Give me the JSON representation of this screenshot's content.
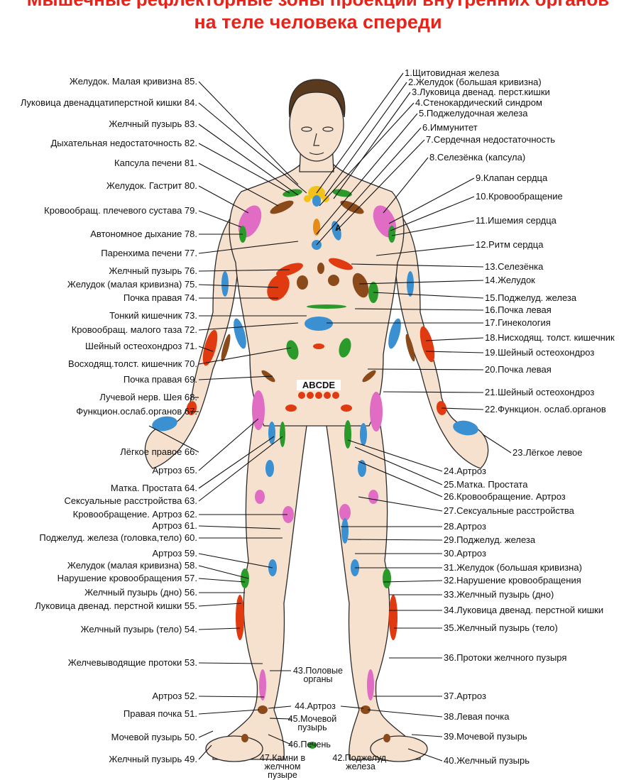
{
  "title_partial": "Мышечные рефлекторные зоны проекции внутренних органов",
  "title": "на теле человека спереди",
  "zone_letters": "ABCDE",
  "heart_letter": "A",
  "left_labels": [
    {
      "n": 85,
      "text": "Желудок. Малая кривизна 85."
    },
    {
      "n": 84,
      "text": "Луковица двенадцатиперстной кишки 84."
    },
    {
      "n": 83,
      "text": "Желчный пузырь 83."
    },
    {
      "n": 82,
      "text": "Дыхательная недостаточность 82."
    },
    {
      "n": 81,
      "text": "Капсула печени 81."
    },
    {
      "n": 80,
      "text": "Желудок. Гастрит 80."
    },
    {
      "n": 79,
      "text": "Кровообращ. плечевого сустава 79."
    },
    {
      "n": 78,
      "text": "Автономное дыхание 78."
    },
    {
      "n": 77,
      "text": "Паренхима печени 77."
    },
    {
      "n": 76,
      "text": "Желчный пузырь 76."
    },
    {
      "n": 75,
      "text": "Желудок (малая кривизна) 75."
    },
    {
      "n": 74,
      "text": "Почка правая 74."
    },
    {
      "n": 73,
      "text": "Тонкий кишечник 73."
    },
    {
      "n": 72,
      "text": "Кровообращ. малого таза 72."
    },
    {
      "n": 71,
      "text": "Шейный остеохондроз 71."
    },
    {
      "n": 70,
      "text": "Восходящ.толст. кишечник 70."
    },
    {
      "n": 69,
      "text": "Почка правая 69."
    },
    {
      "n": 68,
      "text": "Лучевой нерв. Шея 68."
    },
    {
      "n": 67,
      "text": "Функцион.ослаб.органов 67."
    },
    {
      "n": 66,
      "text": "Лёгкое правое 66."
    },
    {
      "n": 65,
      "text": "Артроз 65."
    },
    {
      "n": 64,
      "text": "Матка. Простата 64."
    },
    {
      "n": 63,
      "text": "Сексуальные расстройства 63."
    },
    {
      "n": 62,
      "text": "Кровообращение. Артроз 62."
    },
    {
      "n": 61,
      "text": "Артроз 61."
    },
    {
      "n": 60,
      "text": "Поджелуд. железа (головка,тело) 60."
    },
    {
      "n": 59,
      "text": "Артроз 59."
    },
    {
      "n": 58,
      "text": "Желудок (малая кривизна) 58."
    },
    {
      "n": 57,
      "text": "Нарушение кровообращения 57."
    },
    {
      "n": 56,
      "text": "Желчный пузырь (дно) 56."
    },
    {
      "n": 55,
      "text": "Луковица двенад. перстной кишки 55."
    },
    {
      "n": 54,
      "text": "Желчный пузырь (тело) 54."
    },
    {
      "n": 53,
      "text": "Желчевыводящие протоки 53."
    },
    {
      "n": 52,
      "text": "Артроз 52."
    },
    {
      "n": 51,
      "text": "Правая почка 51."
    },
    {
      "n": 50,
      "text": "Мочевой пузырь 50."
    },
    {
      "n": 49,
      "text": "Желчный пузырь 49."
    }
  ],
  "right_labels": [
    {
      "n": 1,
      "text": "1.Щитовидная железа"
    },
    {
      "n": 2,
      "text": "2.Желудок (большая кривизна)"
    },
    {
      "n": 3,
      "text": "3.Луковица двенад. перст.кишки"
    },
    {
      "n": 4,
      "text": "4.Стенокардический синдром"
    },
    {
      "n": 5,
      "text": "5.Поджелудочная железа"
    },
    {
      "n": 6,
      "text": "6.Иммунитет"
    },
    {
      "n": 7,
      "text": "7.Сердечная недостаточность"
    },
    {
      "n": 8,
      "text": "8.Селезёнка (капсула)"
    },
    {
      "n": 9,
      "text": "9.Клапан сердца"
    },
    {
      "n": 10,
      "text": "10.Кровообращение"
    },
    {
      "n": 11,
      "text": "11.Ишемия сердца"
    },
    {
      "n": 12,
      "text": "12.Ритм сердца"
    },
    {
      "n": 13,
      "text": "13.Селезёнка"
    },
    {
      "n": 14,
      "text": "14.Желудок"
    },
    {
      "n": 15,
      "text": "15.Поджелуд. железа"
    },
    {
      "n": 16,
      "text": "16.Почка левая"
    },
    {
      "n": 17,
      "text": "17.Гинекология"
    },
    {
      "n": 18,
      "text": "18.Нисходящ. толст. кишечник"
    },
    {
      "n": 19,
      "text": "19.Шейный остеохондроз"
    },
    {
      "n": 20,
      "text": "20.Почка левая"
    },
    {
      "n": 21,
      "text": "21.Шейный остеохондроз"
    },
    {
      "n": 22,
      "text": "22.Функцион. ослаб.органов"
    },
    {
      "n": 23,
      "text": "23.Лёгкое левое"
    },
    {
      "n": 24,
      "text": "24.Артроз"
    },
    {
      "n": 25,
      "text": "25.Матка. Простата"
    },
    {
      "n": 26,
      "text": "26.Кровообращение. Артроз"
    },
    {
      "n": 27,
      "text": "27.Сексуальные расстройства"
    },
    {
      "n": 28,
      "text": "28.Артроз"
    },
    {
      "n": 29,
      "text": "29.Поджелуд. железа"
    },
    {
      "n": 30,
      "text": "30.Артроз"
    },
    {
      "n": 31,
      "text": "31.Желудок (большая кривизна)"
    },
    {
      "n": 32,
      "text": "32.Нарушение кровообращения"
    },
    {
      "n": 33,
      "text": "33.Желчный пузырь (дно)"
    },
    {
      "n": 34,
      "text": "34.Луковица двенад. перстной кишки"
    },
    {
      "n": 35,
      "text": "35.Желчный пузырь (тело)"
    },
    {
      "n": 36,
      "text": "36.Протоки желчного пузыря"
    },
    {
      "n": 37,
      "text": "37.Артроз"
    },
    {
      "n": 38,
      "text": "38.Левая почка"
    },
    {
      "n": 39,
      "text": "39.Мочевой пузырь"
    },
    {
      "n": 40,
      "text": "40.Желчный пузырь"
    }
  ],
  "center_labels": [
    {
      "n": 43,
      "text": "43.Половые органы"
    },
    {
      "n": 44,
      "text": "44.Артроз"
    },
    {
      "n": 45,
      "text": "45.Мочевой пузырь"
    },
    {
      "n": 46,
      "text": "46.Печень"
    },
    {
      "n": 47,
      "text": "47.Камни в желчном пузыре"
    },
    {
      "n": 42,
      "text": "42.Поджелуд. железа"
    }
  ],
  "colors": {
    "title": "#e8231a",
    "skin": "#f6e1cf",
    "outline": "#2a2a2a",
    "pink": "#e06cc4",
    "blue": "#3a90d0",
    "green": "#2a9a2a",
    "brown": "#8a4a1a",
    "red": "#e03a10",
    "orange": "#e68a18",
    "yellow": "#f3c21a"
  }
}
